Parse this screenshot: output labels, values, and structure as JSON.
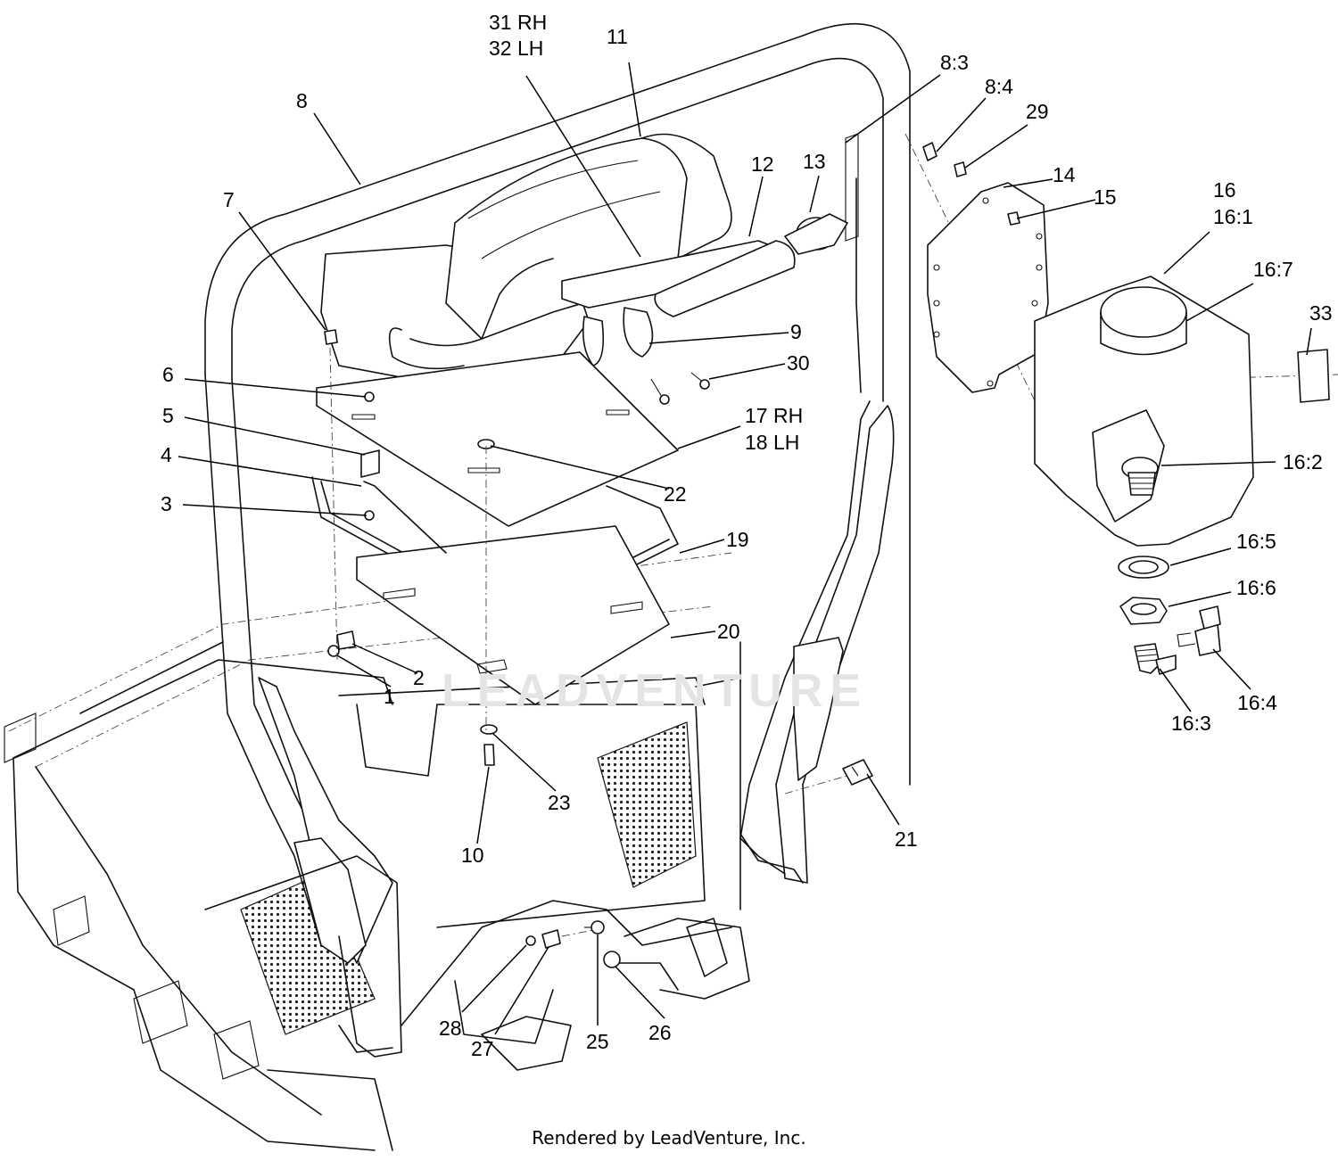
{
  "diagram": {
    "callouts": [
      {
        "id": "c1",
        "text": "1"
      },
      {
        "id": "c2",
        "text": "2"
      },
      {
        "id": "c3",
        "text": "3"
      },
      {
        "id": "c4",
        "text": "4"
      },
      {
        "id": "c5",
        "text": "5"
      },
      {
        "id": "c6",
        "text": "6"
      },
      {
        "id": "c7",
        "text": "7"
      },
      {
        "id": "c8",
        "text": "8"
      },
      {
        "id": "c8_3",
        "text": "8:3"
      },
      {
        "id": "c8_4",
        "text": "8:4"
      },
      {
        "id": "c9",
        "text": "9"
      },
      {
        "id": "c10",
        "text": "10"
      },
      {
        "id": "c11",
        "text": "11"
      },
      {
        "id": "c12",
        "text": "12"
      },
      {
        "id": "c13",
        "text": "13"
      },
      {
        "id": "c14",
        "text": "14"
      },
      {
        "id": "c15",
        "text": "15"
      },
      {
        "id": "c16",
        "text": "16"
      },
      {
        "id": "c16_1",
        "text": "16:1"
      },
      {
        "id": "c16_7",
        "text": "16:7"
      },
      {
        "id": "c16_2",
        "text": "16:2"
      },
      {
        "id": "c16_5",
        "text": "16:5"
      },
      {
        "id": "c16_6",
        "text": "16:6"
      },
      {
        "id": "c16_3",
        "text": "16:3"
      },
      {
        "id": "c16_4",
        "text": "16:4"
      },
      {
        "id": "c17",
        "text": "17 RH"
      },
      {
        "id": "c18",
        "text": "18 LH"
      },
      {
        "id": "c19",
        "text": "19"
      },
      {
        "id": "c20",
        "text": "20"
      },
      {
        "id": "c21",
        "text": "21"
      },
      {
        "id": "c22",
        "text": "22"
      },
      {
        "id": "c23",
        "text": "23"
      },
      {
        "id": "c25",
        "text": "25"
      },
      {
        "id": "c26",
        "text": "26"
      },
      {
        "id": "c27",
        "text": "27"
      },
      {
        "id": "c28",
        "text": "28"
      },
      {
        "id": "c29",
        "text": "29"
      },
      {
        "id": "c30",
        "text": "30"
      },
      {
        "id": "c31",
        "text": "31 RH"
      },
      {
        "id": "c32",
        "text": "32 LH"
      },
      {
        "id": "c33",
        "text": "33"
      }
    ],
    "watermark": "LEADVENTURE",
    "footer": "Rendered by LeadVenture, Inc."
  }
}
